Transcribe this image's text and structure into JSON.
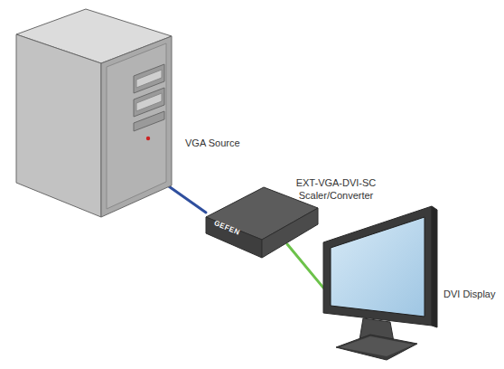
{
  "diagram": {
    "nodes": [
      {
        "text": [
          "VGA Source"
        ]
      },
      {
        "text": [
          "EXT-VGA-DVI-SC Scaler/Converter",
          "GEFEN"
        ]
      },
      {
        "text": [
          "DVI Display"
        ]
      }
    ],
    "edges": [
      {
        "from": 0,
        "to": 1,
        "arrow": "none"
      },
      {
        "from": 1,
        "to": 2,
        "arrow": "none"
      }
    ]
  }
}
